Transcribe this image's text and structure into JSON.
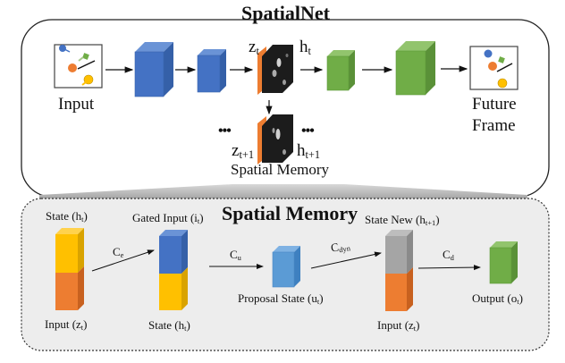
{
  "spatialnet": {
    "title": "SpatialNet",
    "input_label": "Input",
    "future_label_line1": "Future",
    "future_label_line2": "Frame",
    "z_t": {
      "base": "z",
      "sub": "t"
    },
    "h_t": {
      "base": "h",
      "sub": "t"
    },
    "z_t1": {
      "base": "z",
      "sub": "t+1"
    },
    "h_t1": {
      "base": "h",
      "sub": "t+1"
    },
    "ellipsis": "•••",
    "spatial_memory_label": "Spatial Memory"
  },
  "memory": {
    "title": "Spatial Memory",
    "state_ht_top": {
      "base": "State (h",
      "sub": "t",
      "end": ")"
    },
    "input_zt_left": {
      "base": "Input (z",
      "sub": "t",
      "end": ")"
    },
    "gated_input": {
      "base": "Gated Input (i",
      "sub": "t",
      "end": ")"
    },
    "state_ht_bottom": {
      "base": "State  (h",
      "sub": "t",
      "end": ")"
    },
    "proposal_state": {
      "base": "Proposal State (u",
      "sub": "t",
      "end": ")"
    },
    "state_new": {
      "base": "State New (h",
      "sub": "t+1",
      "end": ")"
    },
    "input_zt_right": {
      "base": "Input (z",
      "sub": "t",
      "end": ")"
    },
    "output": {
      "base": "Output (o",
      "sub": "t",
      "end": ")"
    },
    "c_e": {
      "base": "C",
      "sub": "e"
    },
    "c_u": {
      "base": "C",
      "sub": "u"
    },
    "c_dyn": {
      "base": "C",
      "sub": "dyn"
    },
    "c_d": {
      "base": "C",
      "sub": "d"
    }
  },
  "colors": {
    "blue": "#4472c4",
    "green": "#70ad47",
    "orange": "#ed7d31",
    "yellow": "#ffc000",
    "gray": "#a5a5a5",
    "light_blue": "#5b9bd5",
    "memory_bg": "#ededed"
  }
}
